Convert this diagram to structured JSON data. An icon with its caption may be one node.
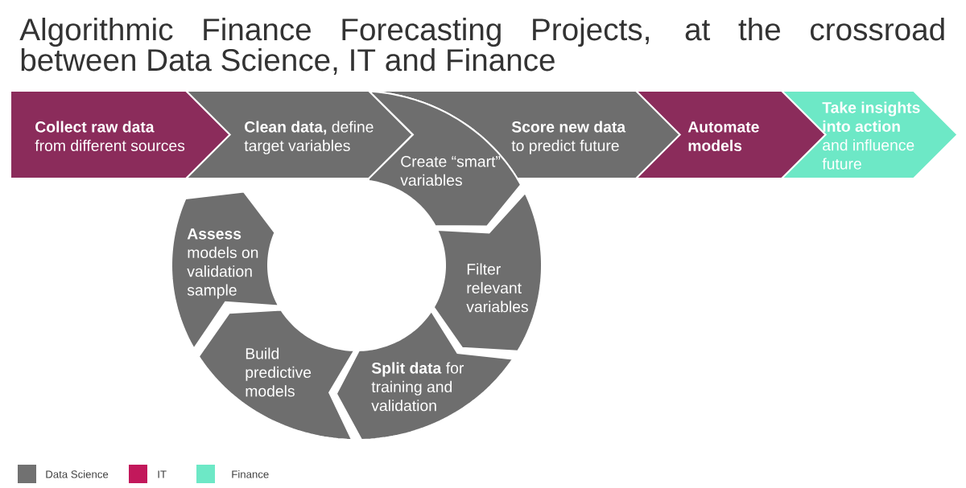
{
  "diagram": {
    "title": "Algorithmic Finance Forecasting Projects, at the crossroad between Data Science, IT and Finance",
    "nodes": [
      {
        "text": [
          "**Collect raw data** from different sources"
        ]
      },
      {
        "text": [
          "**Clean data,** define target variables"
        ]
      },
      {
        "text": [
          "Create “smart” variables"
        ]
      },
      {
        "text": [
          "**Score new data** to predict future"
        ]
      },
      {
        "text": [
          "Automate models"
        ]
      },
      {
        "text": [
          "**Take insights into action** and influence future"
        ]
      },
      {
        "text": [
          "Filter relevant variables"
        ]
      },
      {
        "text": [
          "**Split data** for training and validation"
        ]
      },
      {
        "text": [
          "Build predictive models"
        ]
      },
      {
        "text": [
          "**Assess** models on validation sample"
        ]
      }
    ],
    "legend": [
      {
        "text": "Data Science",
        "color": "#717171"
      },
      {
        "text": "IT",
        "color": "#c2185b"
      },
      {
        "text": "Finance",
        "color": "#6de8c6"
      }
    ]
  }
}
